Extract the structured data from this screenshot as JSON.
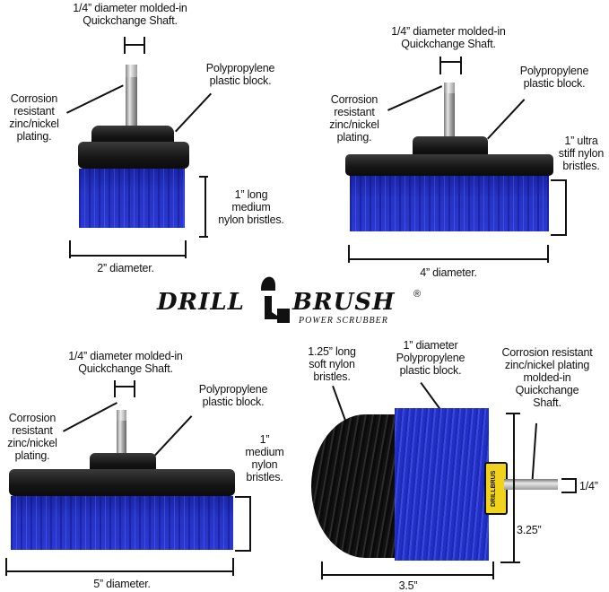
{
  "logo": {
    "word1": "DRILL",
    "word2": "BRUSH",
    "registered": "®",
    "tagline": "POWER SCRUBBER"
  },
  "brushes": [
    {
      "name": "2-inch-flat-brush",
      "shaft_label": "1/4” diameter molded-in\nQuickchange Shaft.",
      "plating_label": "Corrosion\nresistant\nzinc/nickel\nplating.",
      "block_label": "Polypropylene\nplastic block.",
      "bristle_label": "1” long\nmedium\nnylon bristles.",
      "diameter_label": "2” diameter."
    },
    {
      "name": "4-inch-flat-brush",
      "shaft_label": "1/4” diameter molded-in\nQuickchange Shaft.",
      "plating_label": "Corrosion\nresistant\nzinc/nickel\nplating.",
      "block_label": "Polypropylene\nplastic block.",
      "bristle_label": "1” ultra\nstiff nylon\nbristles.",
      "diameter_label": "4” diameter."
    },
    {
      "name": "5-inch-flat-brush",
      "shaft_label": "1/4” diameter molded-in\nQuickchange Shaft.",
      "plating_label": "Corrosion\nresistant\nzinc/nickel\nplating.",
      "block_label": "Polypropylene\nplastic block.",
      "bristle_label": "1”\nmedium\nnylon\nbristles.",
      "diameter_label": "5” diameter."
    },
    {
      "name": "round-corner-brush",
      "bristle_label": "1.25” long\nsoft nylon\nbristles.",
      "block_label": "1” diameter\nPolypropylene\nplastic block.",
      "shaft_label": "Corrosion resistant\nzinc/nickel plating\nmolded-in\nQuickchange\nShaft.",
      "shaft_size_label": "1/4”",
      "height_label": "3.25”",
      "width_label": "3.5”",
      "collar_text": "DRILLBRUS"
    }
  ],
  "colors": {
    "bristle_blue": "#2533c8",
    "block_black": "#151515",
    "collar_yellow": "#f2d31b",
    "text": "#111111",
    "background": "#ffffff"
  }
}
